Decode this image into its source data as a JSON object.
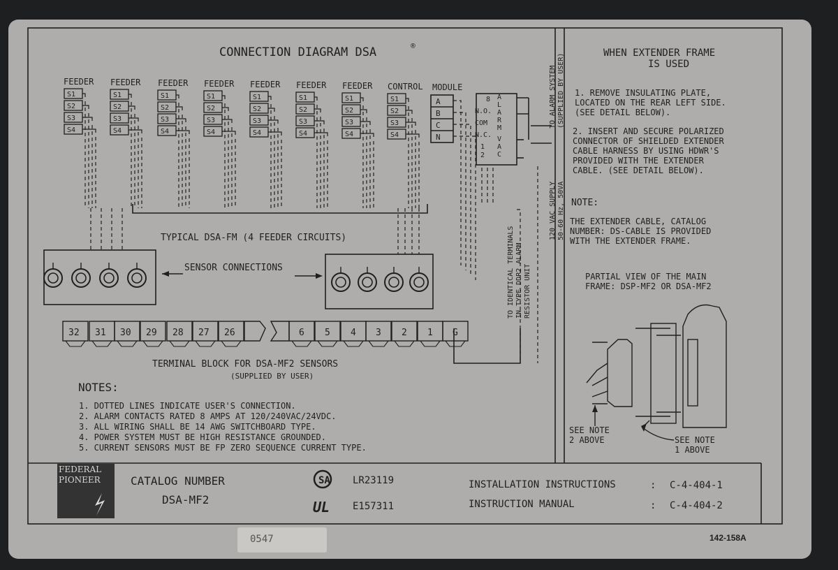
{
  "title": "CONNECTION DIAGRAM DSA",
  "title_mark": "®",
  "col_headers": {
    "feeder": "FEEDER",
    "control": "CONTROL",
    "module": "MODULE"
  },
  "sensor_labels": [
    "S1",
    "S2",
    "S3",
    "S4"
  ],
  "module_terms": [
    "A",
    "B",
    "C",
    "N"
  ],
  "relay_labels": {
    "n8": "8",
    "no": "N.O.",
    "com": "COM",
    "nc": "N.C.",
    "one": "1",
    "two": "2",
    "ac": "AC"
  },
  "alarm_letters": "ALARM",
  "vac_letters": "VAC",
  "alarm_system": [
    "TO ALARM SYSTEM",
    "(SUPPLIED BY USER)"
  ],
  "vac_supply": [
    "120 VAC SUPPLY",
    "50-60 Hz, 50VA"
  ],
  "identical": [
    "TO IDENTICAL TERMINALS",
    "IN TYPE DDR2 ALARM",
    "RESISTOR UNIT"
  ],
  "typical": "TYPICAL DSA-FM (4 FEEDER CIRCUITS)",
  "sensor_connections": "SENSOR CONNECTIONS",
  "terminals": [
    "32",
    "31",
    "30",
    "29",
    "28",
    "27",
    "26",
    "6",
    "5",
    "4",
    "3",
    "2",
    "1",
    "G"
  ],
  "terminal_block": "TERMINAL BLOCK FOR DSA-MF2 SENSORS",
  "supplied": "(SUPPLIED BY USER)",
  "notes_title": "NOTES:",
  "notes": [
    "1. DOTTED LINES INDICATE USER'S CONNECTION.",
    "2. ALARM CONTACTS RATED 8 AMPS AT 120/240VAC/24VDC.",
    "3. ALL WIRING SHALL BE 14 AWG SWITCHBOARD TYPE.",
    "4. POWER SYSTEM MUST BE HIGH RESISTANCE GROUNDED.",
    "5. CURRENT SENSORS MUST BE FP ZERO SEQUENCE CURRENT TYPE."
  ],
  "extender_title": [
    "WHEN EXTENDER FRAME",
    "IS USED"
  ],
  "extender_steps": [
    "1. REMOVE INSULATING PLATE,",
    "LOCATED ON THE REAR LEFT SIDE.",
    "(SEE DETAIL BELOW).",
    "2. INSERT AND SECURE POLARIZED",
    "CONNECTOR OF SHIELDED EXTENDER",
    "CABLE HARNESS BY USING HDWR'S",
    "PROVIDED WITH THE EXTENDER",
    "CABLE. (SEE DETAIL BELOW)."
  ],
  "note_title": "NOTE:",
  "note_text": [
    "THE EXTENDER CABLE, CATALOG",
    "NUMBER: DS-CABLE IS PROVIDED",
    "WITH THE EXTENDER FRAME."
  ],
  "partial_view": [
    "PARTIAL VIEW OF THE MAIN",
    "FRAME: DSP-MF2 OR DSA-MF2"
  ],
  "see_note2": [
    "SEE NOTE",
    "2 ABOVE"
  ],
  "see_note1": [
    "SEE NOTE",
    "1 ABOVE"
  ],
  "logo": [
    "FEDERAL",
    "PIONEER"
  ],
  "catalog_label": "CATALOG NUMBER",
  "catalog_value": "DSA-MF2",
  "csa_mark": "SA",
  "ul_mark": "UL",
  "cert1": "LR23119",
  "cert2": "E157311",
  "install_label": "INSTALLATION INSTRUCTIONS",
  "install_value": "C-4-404-1",
  "manual_label": "INSTRUCTION MANUAL",
  "manual_value": "C-4-404-2",
  "colon": ":",
  "serial": "0547",
  "part_no": "142-158A"
}
